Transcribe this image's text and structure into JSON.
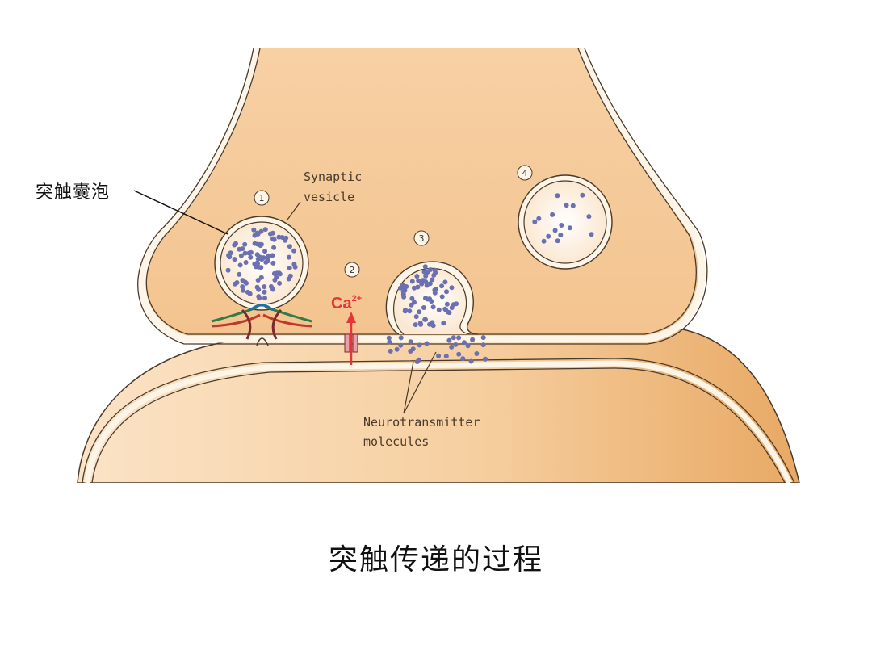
{
  "labels": {
    "vesicle_cn": "突触囊泡",
    "synaptic_vesicle_line1": "Synaptic",
    "synaptic_vesicle_line2": "vesicle",
    "neurotransmitter_line1": "Neurotransmitter",
    "neurotransmitter_line2": "molecules",
    "calcium_base": "Ca",
    "calcium_charge": "2+"
  },
  "steps": [
    "1",
    "2",
    "3",
    "4"
  ],
  "caption": "突触传递的过程",
  "colors": {
    "cytoplasm": "#f7d0a4",
    "membrane": "#fdf5e8",
    "outline": "#4a3a2a",
    "molecule": "#6a70b0",
    "calcium": "#e8333a"
  }
}
